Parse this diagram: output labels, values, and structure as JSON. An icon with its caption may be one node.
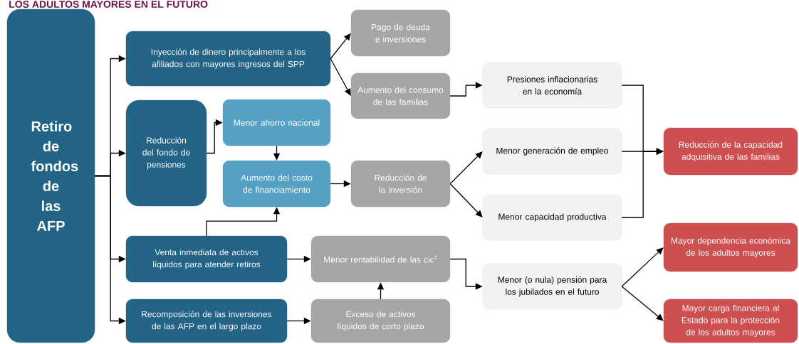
{
  "diagram": {
    "title": "LOS ADULTOS MAYORES EN EL FUTURO",
    "nodes": [
      {
        "text": [
          "Retiro de fondos de las AFP"
        ]
      },
      {
        "text": [
          "Inyección de dinero principalmente a los afiliados con mayores ingresos del SPP"
        ]
      },
      {
        "text": [
          "Pago de deuda e inversiones"
        ]
      },
      {
        "text": [
          "Aumento del consumo de las familias"
        ]
      },
      {
        "text": [
          "Reducción del fondo de pensiones"
        ]
      },
      {
        "text": [
          "Menor ahorro nacional"
        ]
      },
      {
        "text": [
          "Aumento del costo de financiamiento"
        ]
      },
      {
        "text": [
          "Reducción de la inversión"
        ]
      },
      {
        "text": [
          "Presiones inflacionarias en la economía"
        ]
      },
      {
        "text": [
          "Menor generación de empleo"
        ]
      },
      {
        "text": [
          "Menor capacidad productiva"
        ]
      },
      {
        "text": [
          "Reducción de la capacidad adquisitiva de las familias"
        ]
      },
      {
        "text": [
          "Venta inmediata de activos líquidos para atender retiros"
        ]
      },
      {
        "text": [
          "Menor rentabilidad de las cic$^{1}$"
        ]
      },
      {
        "text": [
          "Menor (o nula) pensión para los jubilados en el futuro"
        ]
      },
      {
        "text": [
          "Mayor dependencia económica de los adultos mayores"
        ]
      },
      {
        "text": [
          "Recomposición de las inversiones de las AFP en el largo plazo"
        ]
      },
      {
        "text": [
          "Exceso de activos líquidos de corto plazo"
        ]
      },
      {
        "text": [
          "Mayor carga financiera al Estado para la protección de los adultos mayores"
        ]
      }
    ],
    "edges": [
      {
        "from": 0,
        "to": 1,
        "arrow": "to"
      },
      {
        "from": 0,
        "to": 4,
        "arrow": "to"
      },
      {
        "from": 0,
        "to": 12,
        "arrow": "to"
      },
      {
        "from": 0,
        "to": 16,
        "arrow": "to"
      },
      {
        "from": 1,
        "to": 2,
        "arrow": "to"
      },
      {
        "from": 1,
        "to": 3,
        "arrow": "to"
      },
      {
        "from": 3,
        "to": 8,
        "arrow": "to"
      },
      {
        "from": 4,
        "to": 5,
        "arrow": "to"
      },
      {
        "from": 5,
        "to": 6,
        "arrow": "to"
      },
      {
        "from": 6,
        "to": 7,
        "arrow": "to"
      },
      {
        "from": 7,
        "to": 9,
        "arrow": "to"
      },
      {
        "from": 7,
        "to": 10,
        "arrow": "to"
      },
      {
        "from": 8,
        "to": 11,
        "arrow": "to"
      },
      {
        "from": 9,
        "to": 11,
        "arrow": "to"
      },
      {
        "from": 10,
        "to": 11,
        "arrow": "to"
      },
      {
        "from": 12,
        "to": 6,
        "arrow": "to"
      },
      {
        "from": 12,
        "to": 13,
        "arrow": "to"
      },
      {
        "from": 16,
        "to": 17,
        "arrow": "to"
      },
      {
        "from": 17,
        "to": 13,
        "arrow": "to"
      },
      {
        "from": 13,
        "to": 14,
        "arrow": "to"
      },
      {
        "from": 14,
        "to": 15,
        "arrow": "to"
      },
      {
        "from": 14,
        "to": 18,
        "arrow": "to"
      }
    ]
  }
}
